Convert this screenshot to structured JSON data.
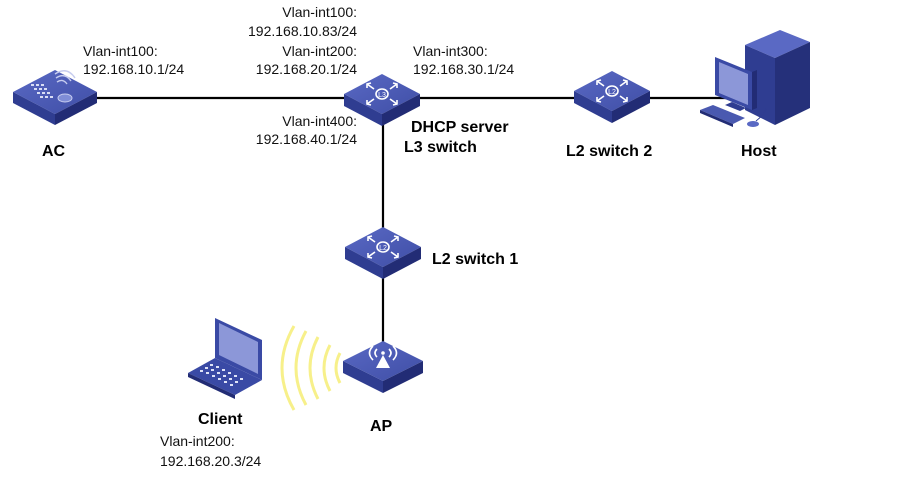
{
  "devices": {
    "ac": {
      "name": "AC",
      "iface": "Vlan-int100:",
      "ip": "192.168.10.1/24"
    },
    "l3switch": {
      "name_line1": "DHCP server",
      "name_line2": "L3 switch",
      "ifaces": [
        {
          "iface": "Vlan-int100:",
          "ip": "192.168.10.83/24"
        },
        {
          "iface": "Vlan-int200:",
          "ip": "192.168.20.1/24"
        },
        {
          "iface": "Vlan-int300:",
          "ip": "192.168.30.1/24"
        },
        {
          "iface": "Vlan-int400:",
          "ip": "192.168.40.1/24"
        }
      ],
      "icon_label": "L3"
    },
    "l2switch2": {
      "name": "L2 switch 2",
      "icon_label": "L2"
    },
    "host": {
      "name": "Host"
    },
    "l2switch1": {
      "name": "L2 switch 1",
      "icon_label": "L2"
    },
    "ap": {
      "name": "AP"
    },
    "client": {
      "name": "Client",
      "iface": "Vlan-int200:",
      "ip": "192.168.20.3/24"
    }
  },
  "colors": {
    "device_top": "#4a59b0",
    "device_side": "#2c3a8c",
    "device_front": "#25307a",
    "link": "#000000",
    "wireless": "#f7f08a"
  }
}
